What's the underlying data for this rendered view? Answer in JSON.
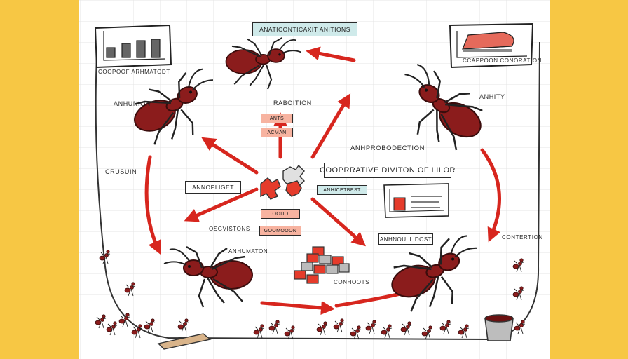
{
  "title_banner": "ANATICONTICAXIT ANITIONS",
  "center_title": "COOPRRATIVE DIVITON OF LILOR",
  "panels": {
    "top_left_caption": "COOPOOF ARHMATODT",
    "top_right_caption": "CCAPPOON CONORATION"
  },
  "labels": {
    "anhunion": "ANHUNION",
    "raboition": "RABOITION",
    "anhity": "ANHITY",
    "crusion": "CRUSUIN",
    "anhopliget": "ANNOPLIGET",
    "anhprobodection": "ANHPROBODECTION",
    "anhicetbest": "ANHICETBEST",
    "osgvistons": "OSGVISTONS",
    "anhumaton": "ANHUMATON",
    "anhnoull_dost": "ANHNOULL DOST",
    "conhoots": "CONHOOTS",
    "contertion": "CONTERTION",
    "ants": "ANTS",
    "acman": "ACMAN",
    "oodo": "OODO",
    "goomoon": "GOOMOOON"
  },
  "colors": {
    "accent_red": "#d7261e",
    "ant_body": "#8b1c1c",
    "ant_dark": "#3a0c0c",
    "frame_yellow": "#f7c744",
    "ink": "#2a2a2a",
    "teal_fill": "#cfeaea",
    "salmon_fill": "#f7b3a0"
  }
}
